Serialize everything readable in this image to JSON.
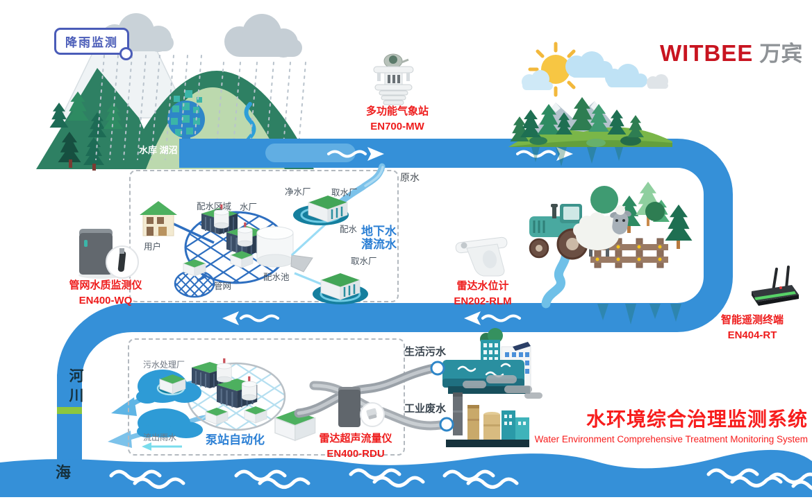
{
  "brand": {
    "logo_text": "WITBEE",
    "logo_suffix": "万宾"
  },
  "heading": {
    "title_cn": "水环境综合治理监测系统",
    "title_en": "Water Environment Comprehensive Treatment Monitoring System"
  },
  "badge": {
    "rain_monitoring": "降雨监测"
  },
  "devices": [
    {
      "name": "多功能气象站",
      "model": "EN700-MW"
    },
    {
      "name": "管网水质监测仪",
      "model": "EN400-WQ"
    },
    {
      "name": "雷达水位计",
      "model": "EN202-RLM"
    },
    {
      "name": "智能遥测终端",
      "model": "EN404-RT"
    },
    {
      "name": "雷达超声流量仪",
      "model": "EN400-RDU"
    }
  ],
  "water_cycle": {
    "reservoir": "水库 湖沼",
    "raw_water": "原水",
    "groundwater": "地下水",
    "subflow": "潜流水",
    "river": "河川",
    "sea": "海"
  },
  "distribution_network": {
    "user": "用户",
    "distribution_area": "配水区域",
    "water_plant": "水厂",
    "purification_plant": "净水厂",
    "intake_plant_top": "取水厂",
    "intake_plant_bottom": "取水厂",
    "distribution": "配水",
    "distribution_pool": "配水池",
    "pipe_network": "管网"
  },
  "sewage": {
    "domestic": "生活污水",
    "industrial": "工业废水",
    "treatment_plant": "污水处理厂",
    "pump_station": "泵站自动化",
    "storm_outflow": "流出雨水"
  },
  "colors": {
    "river_blue": "#3590d8",
    "label_red": "#ee1c1c",
    "accent_blue": "#2b7fd4",
    "brand_red": "#c81420",
    "grass_stripe": "#8cc63e"
  }
}
